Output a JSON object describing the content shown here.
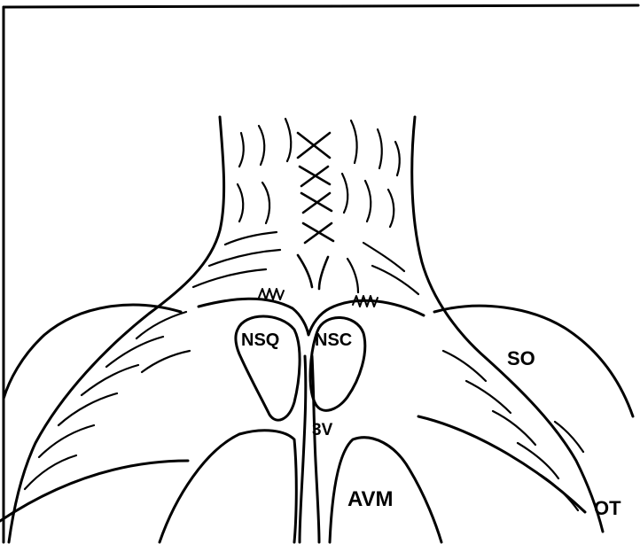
{
  "figure": {
    "labels": {
      "nsq": "NSQ",
      "nsc": "NSC",
      "so": "SO",
      "third_ventricle": "3V",
      "avm": "AVM",
      "ot": "OT"
    }
  },
  "colors": {
    "ink": "#000000",
    "background": "#ffffff"
  }
}
